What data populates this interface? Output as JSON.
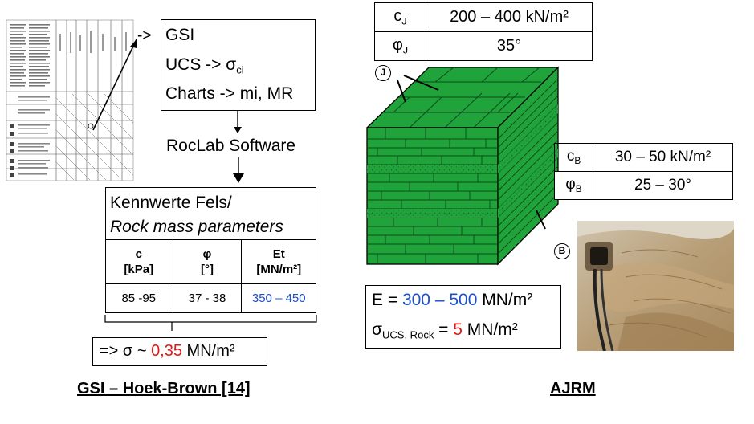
{
  "left": {
    "gsi_arrow_text": "->",
    "gsi": "GSI",
    "ucs_text": "UCS -> σ",
    "ucs_sub": "ci",
    "charts": "Charts -> mi, MR",
    "roclab": "RocLab Software",
    "params_title_1": "Kennwerte Fels/",
    "params_title_2": "Rock mass parameters",
    "columns": [
      {
        "symbol": "c",
        "unit": "[kPa]",
        "value": "85 -95"
      },
      {
        "symbol": "φ",
        "unit": "[°]",
        "value": "37 - 38"
      },
      {
        "symbol": "Et",
        "unit": "[MN/m²]",
        "value": "350 – 450"
      }
    ],
    "sigma_prefix": "=> σ ~ ",
    "sigma_value": "0,35",
    "sigma_unit": " MN/m²",
    "caption": "GSI – Hoek-Brown [14]"
  },
  "right": {
    "joint_table": {
      "c_sym": "c",
      "c_sub": "J",
      "c_val": "200 – 400 kN/m²",
      "phi_sym": "φ",
      "phi_sub": "J",
      "phi_val": "35°"
    },
    "bed_table": {
      "c_sym": "c",
      "c_sub": "B",
      "c_val": "30 – 50 kN/m²",
      "phi_sym": "φ",
      "phi_sub": "B",
      "phi_val": "25 – 30°"
    },
    "label_j": "J",
    "label_b": "B",
    "e_prefix": "E = ",
    "e_value": "300 – 500",
    "e_unit": " MN/m²",
    "sigma_sym": "σ",
    "sigma_sub": "UCS, Rock",
    "sigma_eq": " = ",
    "sigma_value": "5",
    "sigma_unit": " MN/m²",
    "caption": "AJRM"
  },
  "colors": {
    "green": "#1fa33a",
    "blue": "#1d4fc8",
    "red": "#e01818"
  }
}
